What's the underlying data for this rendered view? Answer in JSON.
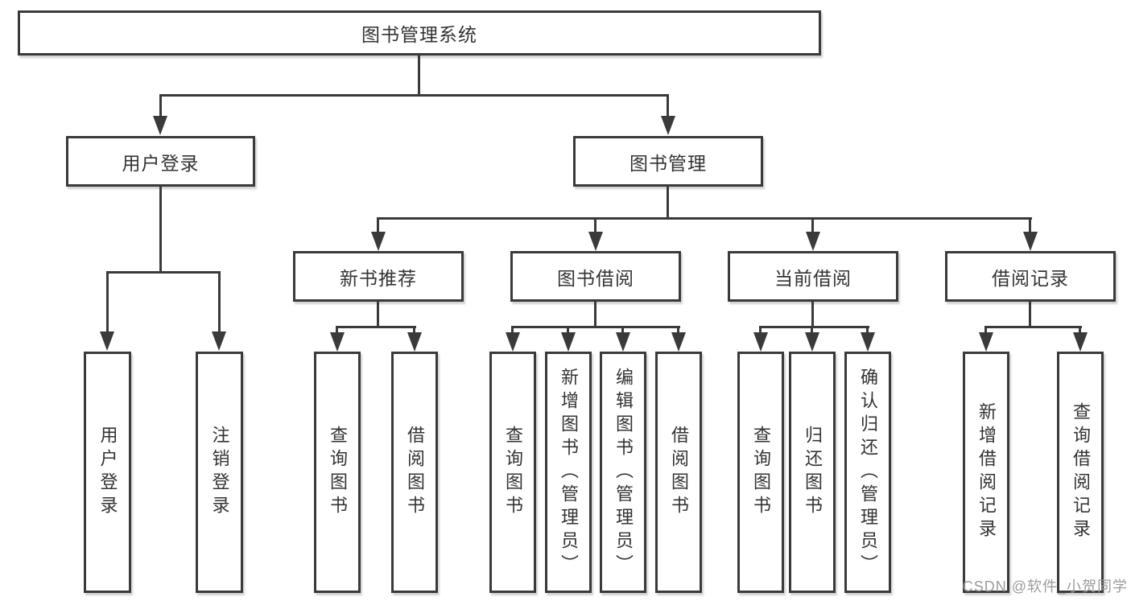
{
  "watermark": "CSDN @软件_小贺同学",
  "colors": {
    "line": "#3a3a3a",
    "text": "#333333",
    "box_bg": "#ffffff",
    "watermark": "#9b9b9b"
  },
  "tree": {
    "root_label": "图书管理系统",
    "user_branch": {
      "label": "用户登录",
      "children": [
        {
          "label": "用户登录"
        },
        {
          "label": "注销登录"
        }
      ]
    },
    "book_branch": {
      "label": "图书管理",
      "sections": [
        {
          "label": "新书推荐",
          "children": [
            {
              "label": "查询图书"
            },
            {
              "label": "借阅图书"
            }
          ]
        },
        {
          "label": "图书借阅",
          "children": [
            {
              "label": "查询图书"
            },
            {
              "label": "新增图书（管理员）"
            },
            {
              "label": "编辑图书（管理员）"
            },
            {
              "label": "借阅图书"
            }
          ]
        },
        {
          "label": "当前借阅",
          "children": [
            {
              "label": "查询图书"
            },
            {
              "label": "归还图书"
            },
            {
              "label": "确认归还（管理员）"
            }
          ]
        },
        {
          "label": "借阅记录",
          "children": [
            {
              "label": "新增借阅记录"
            },
            {
              "label": "查询借阅记录"
            }
          ]
        }
      ]
    }
  }
}
